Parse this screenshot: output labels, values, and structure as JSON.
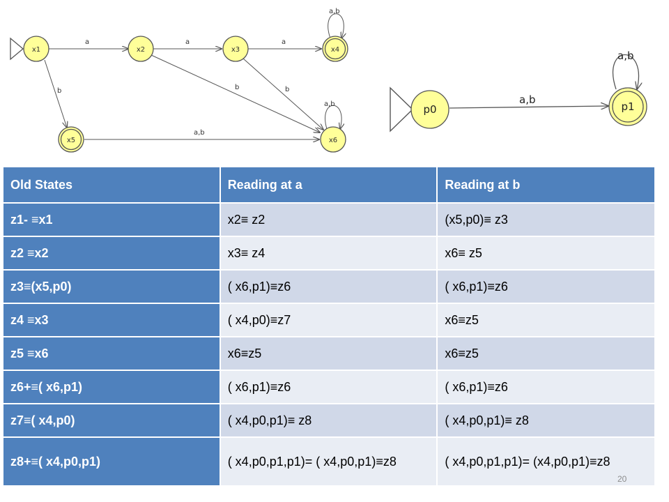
{
  "diagram_left": {
    "states": {
      "x1": "x1",
      "x2": "x2",
      "x3": "x3",
      "x4": "x4",
      "x5": "x5",
      "x6": "x6"
    },
    "edges": {
      "x1_x2": "a",
      "x2_x3": "a",
      "x3_x4": "a",
      "x4_loop": "a,b",
      "x1_x5": "b",
      "x2_x6": "b",
      "x3_x6": "b",
      "x5_x6": "a,b",
      "x6_loop": "a,b"
    }
  },
  "diagram_right": {
    "states": {
      "p0": "p0",
      "p1": "p1"
    },
    "edges": {
      "p0_p1": "a,b",
      "p1_loop": "a,b"
    }
  },
  "table": {
    "headers": [
      "Old States",
      "Reading at a",
      "Reading at b"
    ],
    "rows": [
      [
        "z1- ≡x1",
        "x2≡ z2",
        "(x5,p0)≡ z3"
      ],
      [
        "z2  ≡x2",
        "x3≡ z4",
        "x6≡ z5"
      ],
      [
        "z3≡(x5,p0)",
        "( x6,p1)≡z6",
        "( x6,p1)≡z6"
      ],
      [
        "z4  ≡x3",
        "( x4,p0)≡z7",
        "x6≡z5"
      ],
      [
        "z5  ≡x6",
        "x6≡z5",
        "x6≡z5"
      ],
      [
        "z6+≡( x6,p1)",
        "( x6,p1)≡z6",
        "( x6,p1)≡z6"
      ],
      [
        "z7≡( x4,p0)",
        "( x4,p0,p1)≡ z8",
        "( x4,p0,p1)≡ z8"
      ],
      [
        "z8+≡( x4,p0,p1)",
        "( x4,p0,p1,p1)= ( x4,p0,p1)≡z8",
        "( x4,p0,p1,p1)= (x4,p0,p1)≡z8"
      ]
    ]
  },
  "page_number": "20",
  "colors": {
    "state_fill": "#ffff99",
    "header_blue": "#4f81bd",
    "row_odd": "#d0d8e8",
    "row_even": "#e9edf4"
  }
}
